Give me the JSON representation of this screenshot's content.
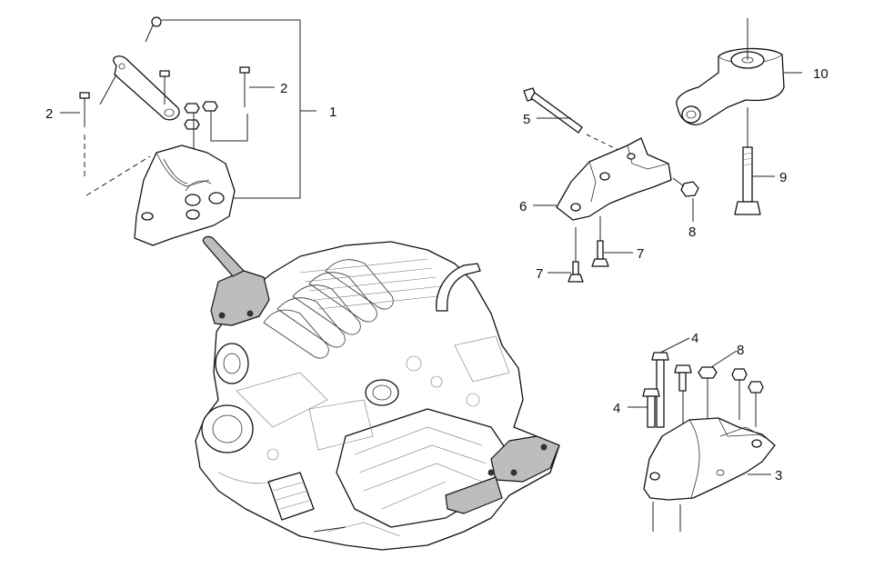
{
  "diagram": {
    "callouts": [
      {
        "id": "c1",
        "label": "1"
      },
      {
        "id": "c2a",
        "label": "2"
      },
      {
        "id": "c2b",
        "label": "2"
      },
      {
        "id": "c3",
        "label": "3"
      },
      {
        "id": "c4a",
        "label": "4"
      },
      {
        "id": "c4b",
        "label": "4"
      },
      {
        "id": "c5",
        "label": "5"
      },
      {
        "id": "c6",
        "label": "6"
      },
      {
        "id": "c7a",
        "label": "7"
      },
      {
        "id": "c7b",
        "label": "7"
      },
      {
        "id": "c8a",
        "label": "8"
      },
      {
        "id": "c8b",
        "label": "8"
      },
      {
        "id": "c9",
        "label": "9"
      },
      {
        "id": "c10",
        "label": "10"
      }
    ]
  }
}
